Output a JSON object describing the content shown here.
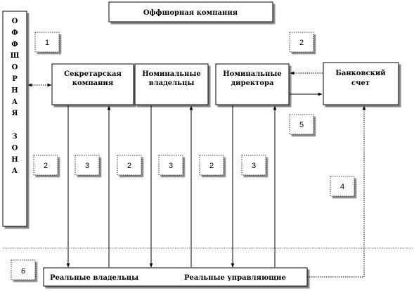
{
  "diagram": {
    "title": "Оффшорная компания",
    "zone_letters": [
      "О",
      "Ф",
      "Ф",
      "Ш",
      "О",
      "Р",
      "Н",
      "А",
      "Я",
      "",
      "З",
      "О",
      "Н",
      "А"
    ],
    "boxes": {
      "secretary_line1": "Секретарская",
      "secretary_line2": "компания",
      "nominee_holders_line1": "Номинальные",
      "nominee_holders_line2": "владельцы",
      "nominee_directors_line1": "Номинальные",
      "nominee_directors_line2": "директора",
      "bank_line1": "Банковский",
      "bank_line2": "счет"
    },
    "tags": {
      "t1": "1",
      "t2_top": "2",
      "t2_a": "2",
      "t3_a": "3",
      "t2_b": "2",
      "t3_b": "3",
      "t2_c": "2",
      "t3_c": "3",
      "t4": "4",
      "t5": "5",
      "t6": "6"
    },
    "bottom": {
      "real_owners": "Реальные владельцы",
      "real_managers": "Реальные управляющие"
    }
  }
}
